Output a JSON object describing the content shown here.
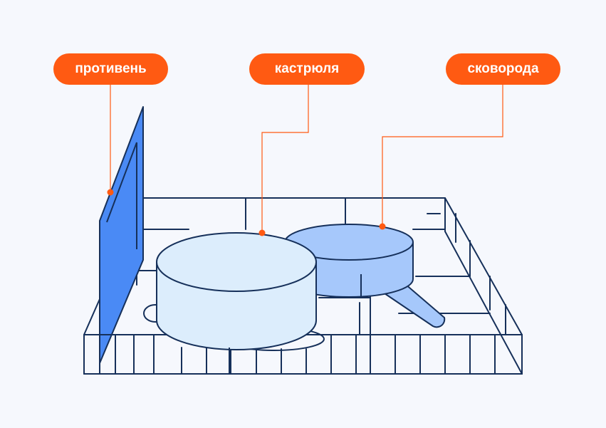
{
  "labels": {
    "baking_sheet": "противень",
    "pot": "кастрюля",
    "frying_pan": "сковорода"
  },
  "colors": {
    "accent": "#ff5a12",
    "outline": "#16305a",
    "baking_sheet_fill": "#4a8af5",
    "pot_fill": "#dcedfc",
    "frying_pan_fill": "#a6c8fb",
    "background": "#f6f8fd"
  }
}
